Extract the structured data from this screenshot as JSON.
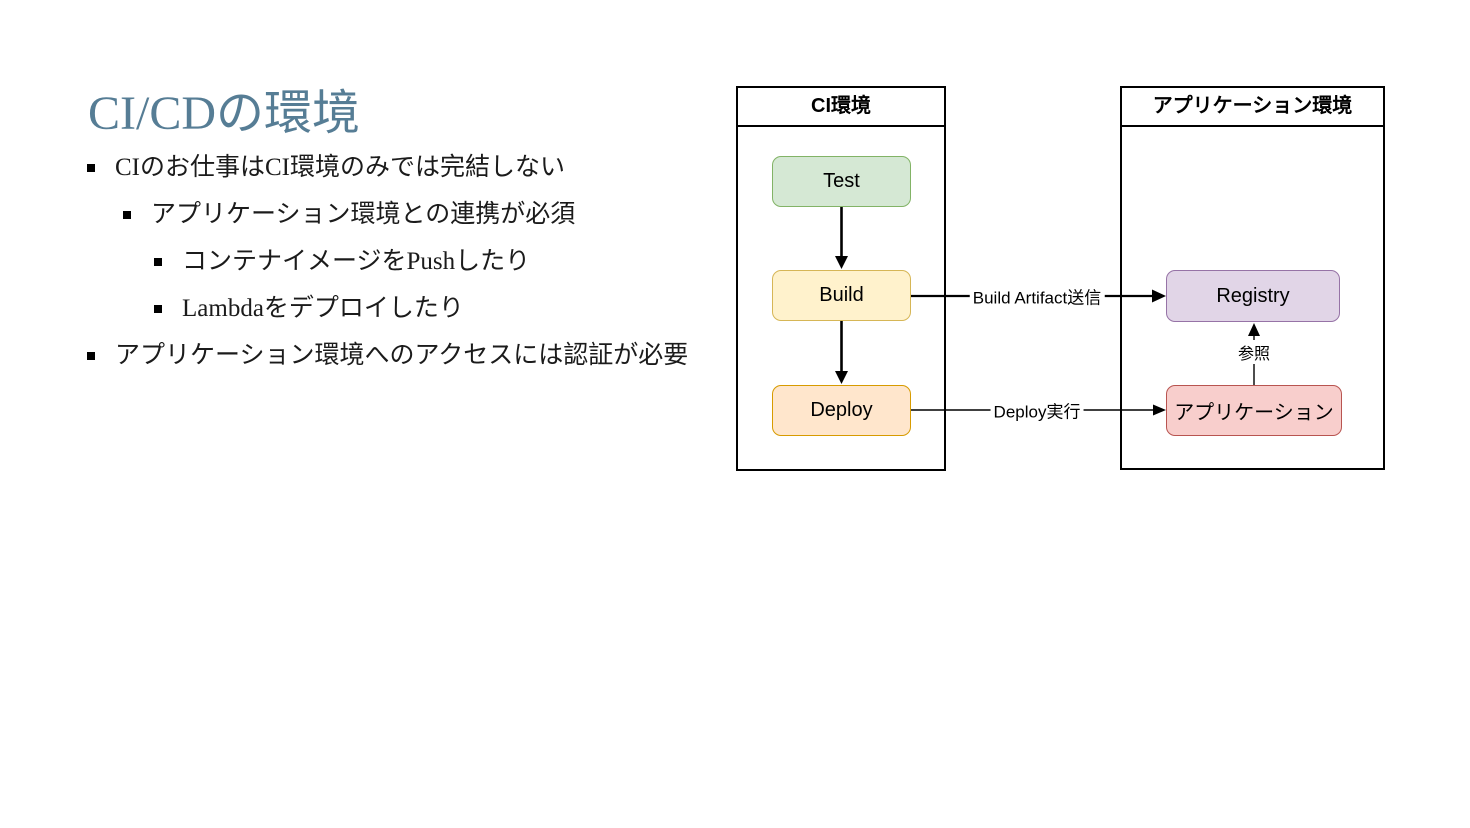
{
  "slide": {
    "title": "CI/CDの環境",
    "title_color": "#567d95",
    "bullets": [
      {
        "level": 1,
        "text": "CIのお仕事はCI環境のみでは完結しない"
      },
      {
        "level": 2,
        "text": "アプリケーション環境との連携が必須"
      },
      {
        "level": 3,
        "text": "コンテナイメージをPushしたり"
      },
      {
        "level": 3,
        "text": "Lambdaをデプロイしたり"
      },
      {
        "level": 1,
        "text": "アプリケーション環境へのアクセスには認証が必要"
      }
    ]
  },
  "diagram": {
    "ci_env": {
      "title": "CI環境",
      "nodes": {
        "test": {
          "label": "Test",
          "fill": "#d5e8d4",
          "stroke": "#82b366"
        },
        "build": {
          "label": "Build",
          "fill": "#fff2cc",
          "stroke": "#d6b656"
        },
        "deploy": {
          "label": "Deploy",
          "fill": "#ffe6cc",
          "stroke": "#d79b00"
        }
      }
    },
    "app_env": {
      "title": "アプリケーション環境",
      "nodes": {
        "registry": {
          "label": "Registry",
          "fill": "#e1d5e7",
          "stroke": "#9673a6"
        },
        "application": {
          "label": "アプリケーション",
          "fill": "#f8cecc",
          "stroke": "#b85450"
        }
      }
    },
    "edges": [
      {
        "from": "Test",
        "to": "Build",
        "label": ""
      },
      {
        "from": "Build",
        "to": "Deploy",
        "label": ""
      },
      {
        "from": "Build",
        "to": "Registry",
        "label": "Build Artifact送信"
      },
      {
        "from": "Deploy",
        "to": "アプリケーション",
        "label": "Deploy実行"
      },
      {
        "from": "アプリケーション",
        "to": "Registry",
        "label": "参照"
      }
    ],
    "edge_color": "#000000",
    "container_border_color": "#000000"
  }
}
